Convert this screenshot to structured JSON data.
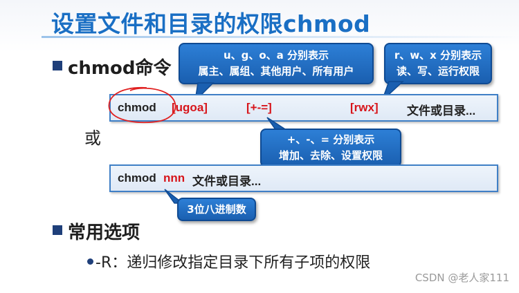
{
  "title": "设置文件和目录的权限chmod",
  "section_command": {
    "heading": "chmod命令",
    "syntax1": {
      "cmd": "chmod",
      "who": "[ugoa]",
      "op": "[+-=]",
      "perm": "[rwx]",
      "target": "文件或目录..."
    },
    "or_label": "或",
    "syntax2": {
      "cmd": "chmod",
      "num": "nnn",
      "target": "文件或目录..."
    }
  },
  "callouts": {
    "ugoa": {
      "line1": "u、g、o、a 分别表示",
      "line2": "属主、属组、其他用户、所有用户"
    },
    "rwx": {
      "line1": "r、w、x 分别表示",
      "line2": "读、写、运行权限"
    },
    "ops": {
      "line1": "+、-、= 分别表示",
      "line2": "增加、去除、设置权限"
    },
    "nnn": {
      "line1": "3位八进制数"
    }
  },
  "section_options": {
    "heading": "常用选项",
    "items": [
      {
        "text": "-R：递归修改指定目录下所有子项的权限"
      }
    ]
  },
  "watermark": "CSDN @老人家111",
  "colors": {
    "title": "#1a6fc4",
    "callout_bg": "#1f6fc8",
    "highlight": "#d7141a",
    "box_border": "#3f7fc6"
  }
}
